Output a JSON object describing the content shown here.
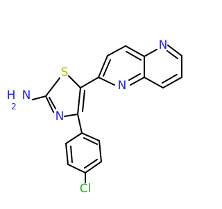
{
  "molecule": {
    "atoms": {
      "S": {
        "text": "S",
        "color": "#b8b800"
      },
      "N_thiazole": {
        "text": "N",
        "color": "#1f1fff"
      },
      "NH2_H": {
        "text": "H",
        "color": "#1f1fff"
      },
      "NH2_N": {
        "text": "N",
        "color": "#1f1fff"
      },
      "NH2_sub": {
        "text": "2",
        "color": "#1f1fff"
      },
      "N_quin_upper": {
        "text": "N",
        "color": "#1f1fff"
      },
      "N_quin_lower": {
        "text": "N",
        "color": "#1f1fff"
      },
      "Cl": {
        "text": "Cl",
        "color": "#1fae1f"
      }
    }
  }
}
